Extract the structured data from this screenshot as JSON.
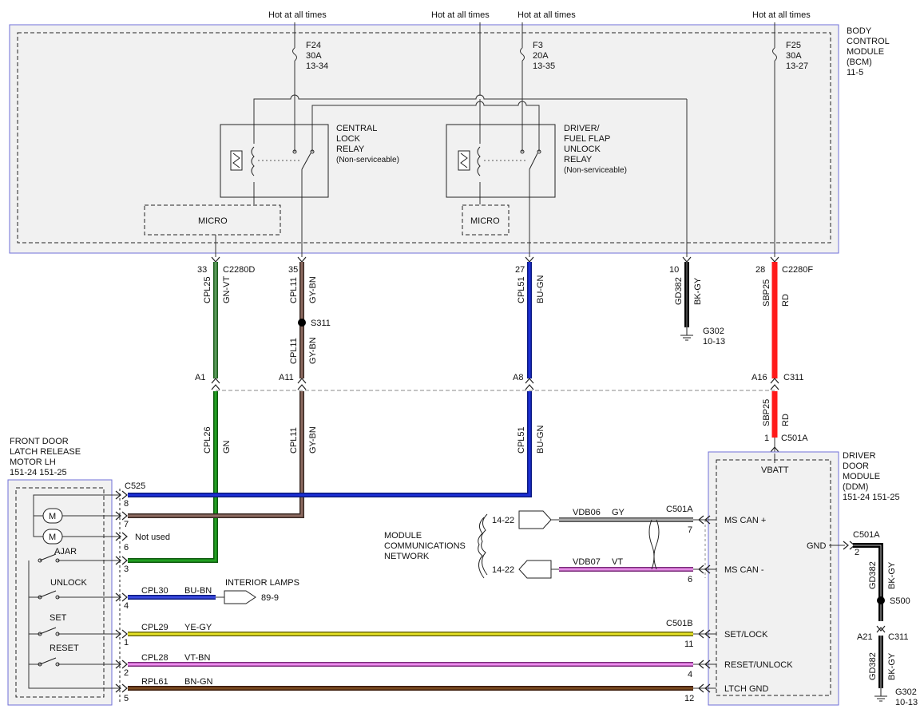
{
  "hot_labels": [
    "Hot at all times",
    "Hot at all times",
    "Hot at all times",
    "Hot at all times"
  ],
  "bcm": {
    "name": [
      "BODY",
      "CONTROL",
      "MODULE",
      "(BCM)",
      "11-5"
    ]
  },
  "fuses": [
    {
      "name": "F24",
      "amps": "30A",
      "ref": "13-34"
    },
    {
      "name": "F3",
      "amps": "20A",
      "ref": "13-35"
    },
    {
      "name": "F25",
      "amps": "30A",
      "ref": "13-27"
    }
  ],
  "relays": [
    {
      "name": [
        "CENTRAL",
        "LOCK",
        "RELAY",
        "(Non-serviceable)"
      ]
    },
    {
      "name": [
        "DRIVER/",
        "FUEL FLAP",
        "UNLOCK",
        "RELAY",
        "(Non-serviceable)"
      ]
    }
  ],
  "micro_labels": [
    "MICRO",
    "MICRO"
  ],
  "connectors": {
    "bcm_d": "C2280D",
    "bcm_f": "C2280F",
    "inline": "C311",
    "ddm_a": "C501A",
    "ddm_a_gnd": "C501A",
    "ddm_b": "C501B",
    "motor": "C525",
    "ground_inline": "C311"
  },
  "splices": {
    "s311": "S311",
    "s500": "S500"
  },
  "grounds": [
    {
      "name": "G302",
      "ref": "10-13"
    },
    {
      "name": "G302",
      "ref": "10-13"
    }
  ],
  "pins": {
    "bcm": [
      "33",
      "35",
      "27",
      "10",
      "28"
    ],
    "inline": [
      "A1",
      "A11",
      "A8",
      "A16"
    ],
    "ddm_vbatt": "1",
    "motor": [
      "8",
      "7",
      "6",
      "3",
      "4",
      "1",
      "2",
      "5"
    ],
    "ddm": [
      "7",
      "6",
      "11",
      "4",
      "12"
    ],
    "gnd": [
      "2"
    ],
    "inline_gnd": "A21"
  },
  "wires": [
    {
      "circuit": "CPL25",
      "color": "GN-VT",
      "hex": "#2e7d32"
    },
    {
      "circuit": "CPL11",
      "color": "GY-BN",
      "hex": "#7a5a50"
    },
    {
      "circuit": "CPL11",
      "color": "GY-BN",
      "hex": "#7a5a50"
    },
    {
      "circuit": "CPL51",
      "color": "BU-GN",
      "hex": "#1c2fb5"
    },
    {
      "circuit": "GD382",
      "color": "BK-GY",
      "hex": "#000000"
    },
    {
      "circuit": "SBP25",
      "color": "RD",
      "hex": "#ff1a1a"
    },
    {
      "circuit": "CPL26",
      "color": "GN",
      "hex": "#1f8f1f"
    },
    {
      "circuit": "CPL11",
      "color": "GY-BN",
      "hex": "#7a5a50"
    },
    {
      "circuit": "CPL51",
      "color": "BU-GN",
      "hex": "#1c2fb5"
    },
    {
      "circuit": "SBP25",
      "color": "RD",
      "hex": "#ff1a1a"
    },
    {
      "circuit": "CPL30",
      "color": "BU-BN",
      "hex": "#1c2fb5"
    },
    {
      "circuit": "CPL29",
      "color": "YE-GY",
      "hex": "#d6d31a"
    },
    {
      "circuit": "CPL28",
      "color": "VT-BN",
      "hex": "#e070e0"
    },
    {
      "circuit": "RPL61",
      "color": "BN-GN",
      "hex": "#6b3a1f"
    },
    {
      "circuit": "VDB06",
      "color": "GY",
      "hex": "#888888"
    },
    {
      "circuit": "VDB07",
      "color": "VT",
      "hex": "#d070d0"
    },
    {
      "circuit": "GD382",
      "color": "BK-GY",
      "hex": "#000000"
    },
    {
      "circuit": "GD382",
      "color": "BK-GY",
      "hex": "#000000"
    }
  ],
  "motor_module": {
    "name": [
      "FRONT DOOR",
      "LATCH RELEASE",
      "MOTOR LH",
      "151-24  151-25"
    ]
  },
  "motor_symbol": "M",
  "not_used": "Not used",
  "switches": [
    "AJAR",
    "UNLOCK",
    "SET",
    "RESET"
  ],
  "interior_lamps": {
    "label": "INTERIOR LAMPS",
    "ref": "89-9"
  },
  "network": {
    "name": [
      "MODULE",
      "COMMUNICATIONS",
      "NETWORK"
    ],
    "refs": [
      "14-22",
      "14-22"
    ]
  },
  "ddm": {
    "name": [
      "DRIVER",
      "DOOR",
      "MODULE",
      "(DDM)",
      "151-24  151-25"
    ],
    "vbatt": "VBATT",
    "gnd": "GND",
    "signals": [
      "MS CAN +",
      "MS CAN -",
      "SET/LOCK",
      "RESET/UNLOCK",
      "LTCH GND"
    ]
  },
  "colors": {
    "module_border": "#6f6fd8",
    "module_fill": "#f1f1f1"
  }
}
